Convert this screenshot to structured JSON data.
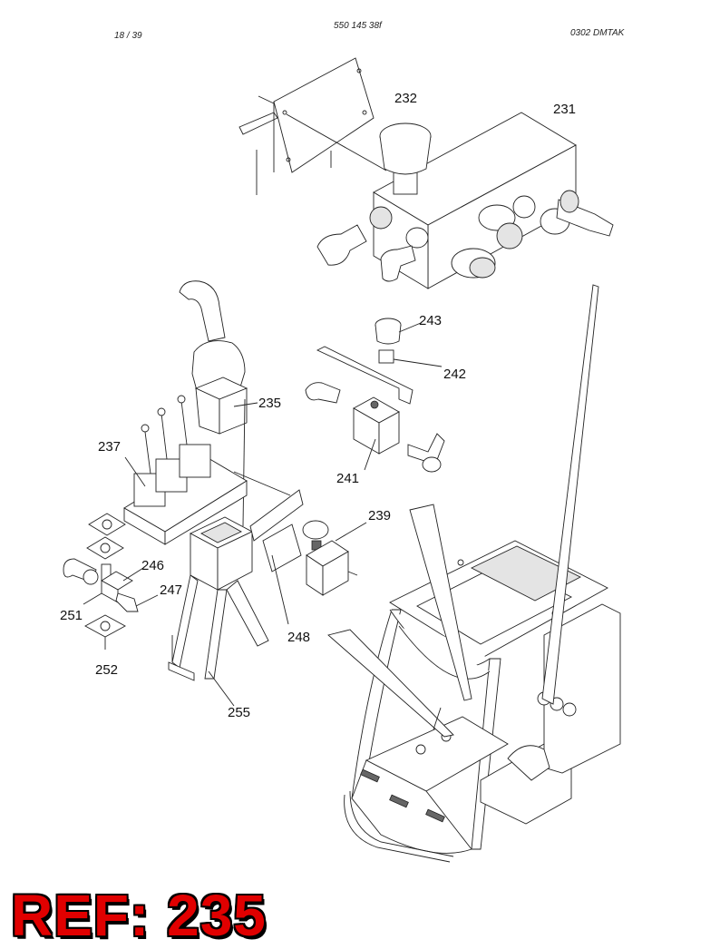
{
  "header": {
    "page": "18 / 39",
    "doc_number": "550 145 38f",
    "code": "0302   DMTAK"
  },
  "callouts": [
    {
      "id": "c231",
      "label": "231"
    },
    {
      "id": "c232",
      "label": "232"
    },
    {
      "id": "c243",
      "label": "243"
    },
    {
      "id": "c242",
      "label": "242"
    },
    {
      "id": "c235",
      "label": "235"
    },
    {
      "id": "c237",
      "label": "237"
    },
    {
      "id": "c241",
      "label": "241"
    },
    {
      "id": "c239",
      "label": "239"
    },
    {
      "id": "c246",
      "label": "246"
    },
    {
      "id": "c247",
      "label": "247"
    },
    {
      "id": "c251",
      "label": "251"
    },
    {
      "id": "c248",
      "label": "248"
    },
    {
      "id": "c252",
      "label": "252"
    },
    {
      "id": "c255",
      "label": "255"
    }
  ],
  "reference": "REF: 235"
}
